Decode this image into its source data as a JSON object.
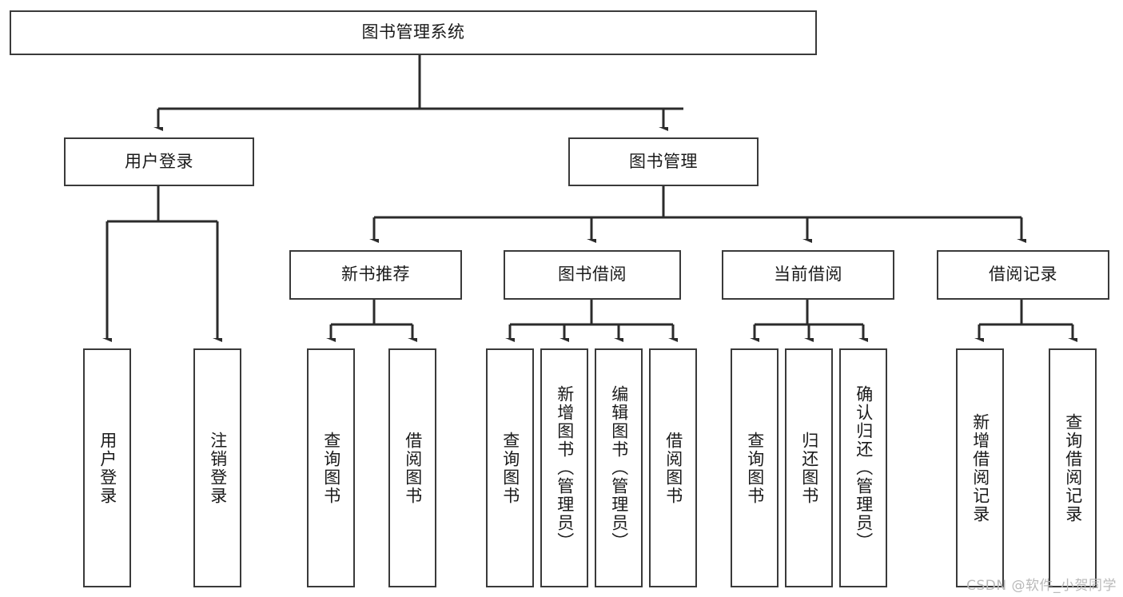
{
  "diagram": {
    "title": "图书管理系统",
    "type": "hierarchy-tree",
    "line_color": "#3a3a3a",
    "box_fill": "#ffffff",
    "text_color": "#1a1a1a",
    "root": {
      "label": "图书管理系统"
    },
    "level2": [
      {
        "label": "用户登录"
      },
      {
        "label": "图书管理"
      }
    ],
    "level3": [
      {
        "label": "新书推荐"
      },
      {
        "label": "图书借阅"
      },
      {
        "label": "当前借阅"
      },
      {
        "label": "借阅记录"
      }
    ],
    "leaves": {
      "user_login": [
        {
          "label": "用户登录"
        },
        {
          "label": "注销登录"
        }
      ],
      "new_book": [
        {
          "label": "查询图书"
        },
        {
          "label": "借阅图书"
        }
      ],
      "book_borrow": [
        {
          "label": "查询图书"
        },
        {
          "label": "新增图书（管理员）"
        },
        {
          "label": "编辑图书（管理员）"
        },
        {
          "label": "借阅图书"
        }
      ],
      "current_borrow": [
        {
          "label": "查询图书"
        },
        {
          "label": "归还图书"
        },
        {
          "label": "确认归还（管理员）"
        }
      ],
      "borrow_record": [
        {
          "label": "新增借阅记录"
        },
        {
          "label": "查询借阅记录"
        }
      ]
    }
  },
  "watermark": {
    "text": "CSDN @软件_小贺同学"
  }
}
